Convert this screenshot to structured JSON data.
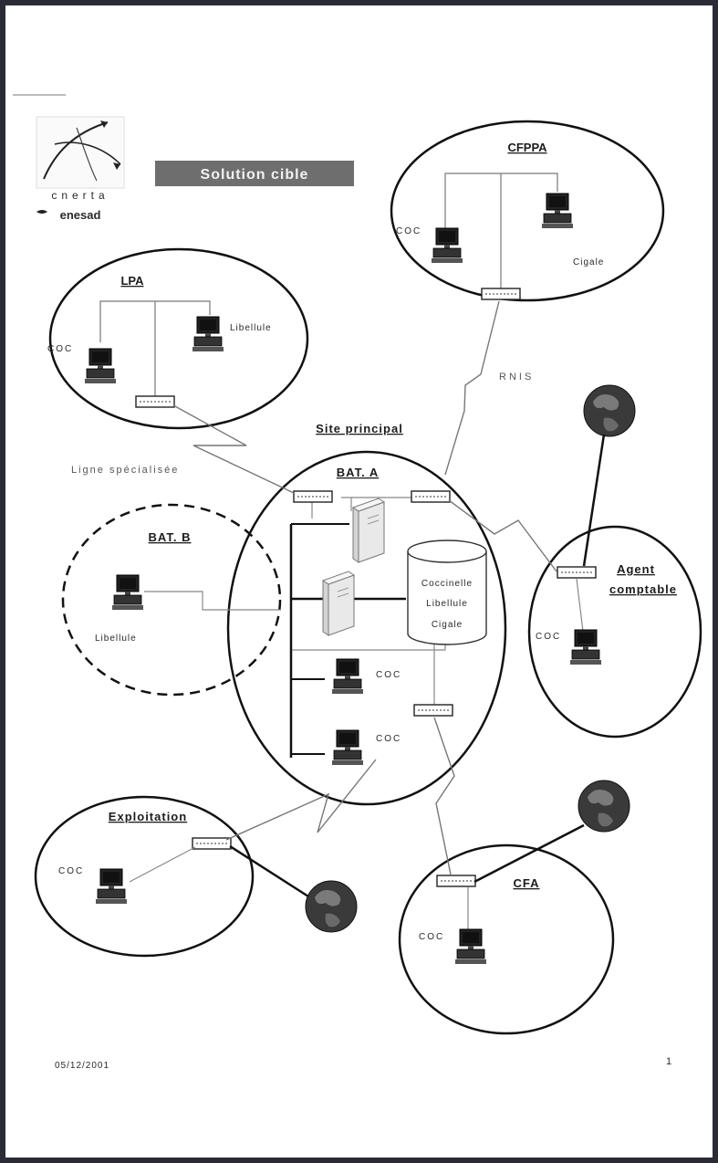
{
  "logo": {
    "text1": "cnerta",
    "text2": "enesad"
  },
  "title": "Solution cible",
  "sites": {
    "cfppa": {
      "name": "CFPPA",
      "coc": "COC",
      "app": "Cigale"
    },
    "lpa": {
      "name": "LPA",
      "coc": "COC",
      "app": "Libellule"
    },
    "main": {
      "name": "Site principal",
      "bat_a": "BAT. A",
      "coc1": "COC",
      "coc2": "COC"
    },
    "bat_b": {
      "name": "BAT. B",
      "app": "Libellule"
    },
    "agent": {
      "name_line1": "Agent",
      "name_line2": "comptable",
      "coc": "COC"
    },
    "exploitation": {
      "name": "Exploitation",
      "coc": "COC"
    },
    "cfa": {
      "name": "CFA",
      "coc": "COC"
    }
  },
  "database": {
    "line1": "Coccinelle",
    "line2": "Libellule",
    "line3": "Cigale"
  },
  "links": {
    "rnis": "RNIS",
    "ligne": "Ligne spécialisée"
  },
  "footer": {
    "date": "05/12/2001",
    "page": "1"
  }
}
